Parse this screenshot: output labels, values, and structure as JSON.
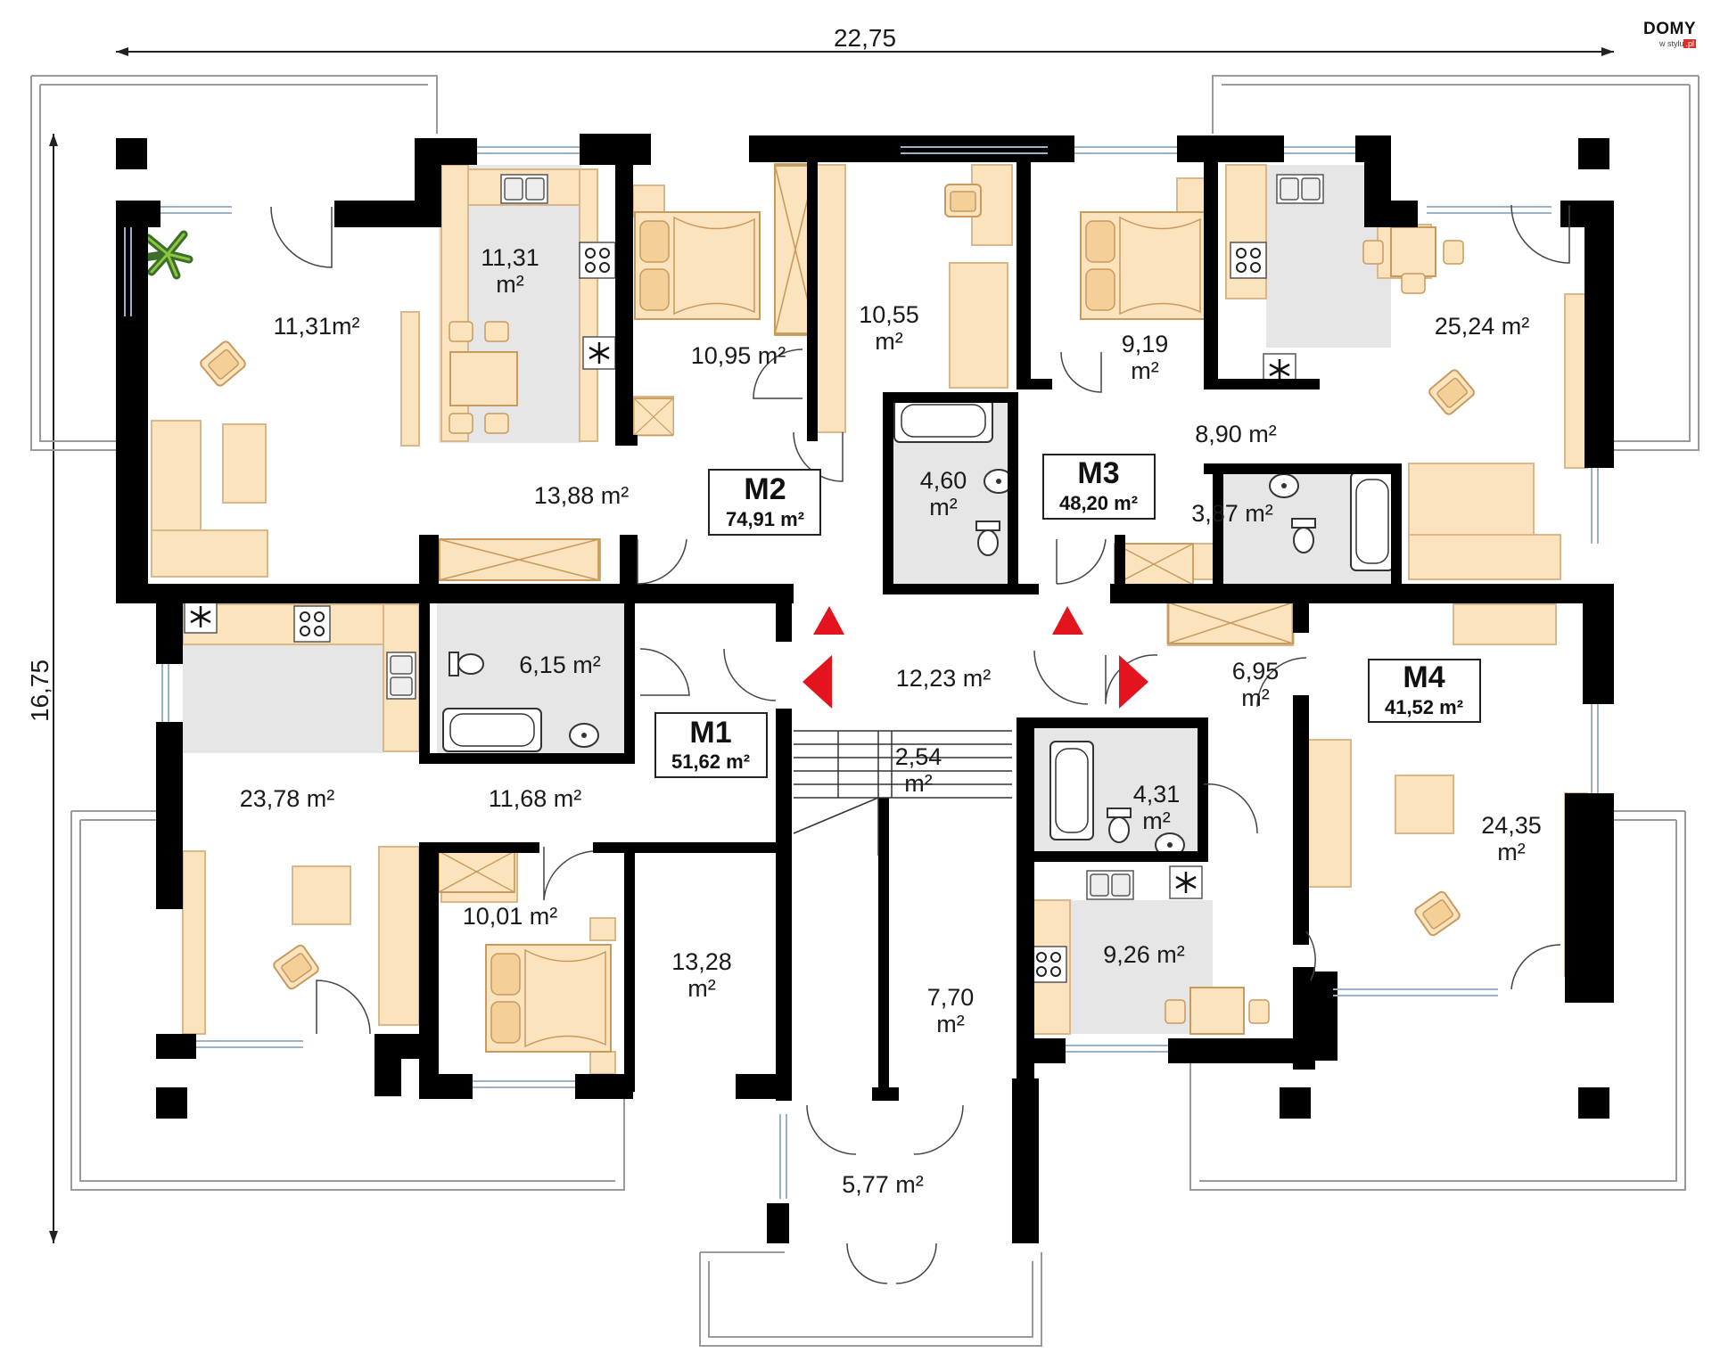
{
  "logo": {
    "main": "DOMY",
    "sub": "w stylu",
    "tld": ".pl"
  },
  "dimensions": {
    "width": "22,75",
    "depth": "16,75"
  },
  "colors": {
    "wall": "#000000",
    "floor_gray": "#e6e6e6",
    "furniture": "#fbe3bd",
    "furniture_stroke": "#d8b78a",
    "arrow": "#e3141e",
    "terrace_line": "#9a9a9a"
  },
  "apartments": [
    {
      "name": "M1",
      "area": "51,62 m²"
    },
    {
      "name": "M2",
      "area": "74,91 m²"
    },
    {
      "name": "M3",
      "area": "48,20 m²"
    },
    {
      "name": "M4",
      "area": "41,52 m²"
    }
  ],
  "rooms": {
    "r_11_31b": {
      "l1": "11,31m²"
    },
    "r_11_31a": {
      "l1": "11,31",
      "l2": "m²"
    },
    "r_10_95": {
      "l1": "10,95 m²"
    },
    "r_10_55": {
      "l1": "10,55",
      "l2": "m²"
    },
    "r_9_19": {
      "l1": "9,19",
      "l2": "m²"
    },
    "r_25_24": {
      "l1": "25,24 m²"
    },
    "r_13_88": {
      "l1": "13,88 m²"
    },
    "r_4_60": {
      "l1": "4,60",
      "l2": "m²"
    },
    "r_8_90": {
      "l1": "8,90 m²"
    },
    "r_3_87": {
      "l1": "3,87 m²"
    },
    "r_6_15": {
      "l1": "6,15 m²"
    },
    "r_12_23": {
      "l1": "12,23 m²"
    },
    "r_6_95": {
      "l1": "6,95",
      "l2": "m²"
    },
    "r_2_54": {
      "l1": "2,54",
      "l2": "m²"
    },
    "r_4_31": {
      "l1": "4,31",
      "l2": "m²"
    },
    "r_23_78": {
      "l1": "23,78 m²"
    },
    "r_11_68": {
      "l1": "11,68 m²"
    },
    "r_24_35": {
      "l1": "24,35",
      "l2": "m²"
    },
    "r_10_01": {
      "l1": "10,01 m²"
    },
    "r_13_28": {
      "l1": "13,28",
      "l2": "m²"
    },
    "r_9_26": {
      "l1": "9,26 m²"
    },
    "r_7_70": {
      "l1": "7,70",
      "l2": "m²"
    },
    "r_5_77": {
      "l1": "5,77 m²"
    }
  },
  "icons": [
    "snowflake-icon",
    "plant-icon",
    "stove-icon",
    "sink-icon",
    "arrow-icon"
  ]
}
